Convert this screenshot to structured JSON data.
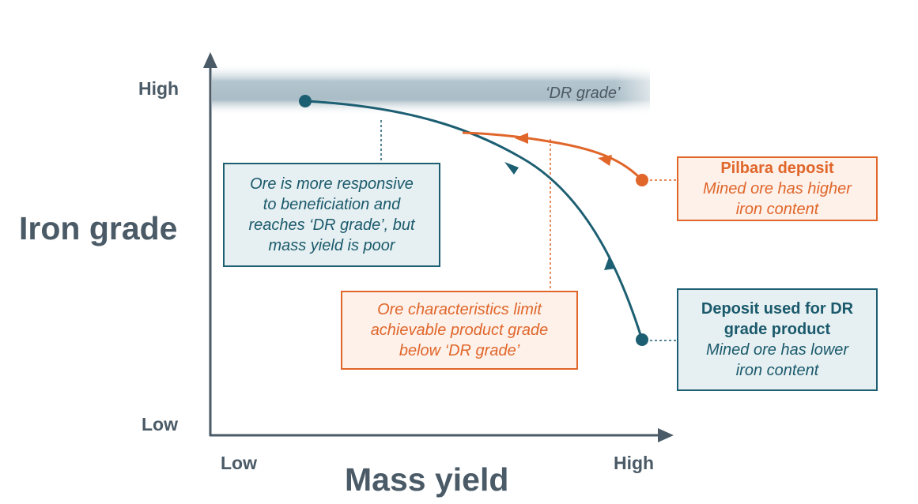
{
  "colors": {
    "teal": "#1d5f72",
    "orange": "#e0662a",
    "axis": "#4a5a66",
    "band": "#adc0ca"
  },
  "y_axis": {
    "title": "Iron grade",
    "high_label": "High",
    "low_label": "Low"
  },
  "x_axis": {
    "title": "Mass yield",
    "low_label": "Low",
    "high_label": "High"
  },
  "dr_band": {
    "label": "‘DR grade’"
  },
  "callouts": {
    "responsive": {
      "lines": [
        "Ore is more responsive",
        "to beneficiation and",
        "reaches ‘DR grade’, but",
        "mass yield is poor"
      ]
    },
    "limit": {
      "lines": [
        "Ore characteristics limit",
        "achievable product grade",
        "below ‘DR grade’"
      ]
    },
    "pilbara": {
      "title": "Pilbara deposit",
      "lines": [
        "Mined ore has higher",
        "iron content"
      ]
    },
    "dr_deposit": {
      "title_lines": [
        "Deposit used for DR",
        "grade product"
      ],
      "lines": [
        "Mined ore has lower",
        "iron content"
      ]
    }
  }
}
